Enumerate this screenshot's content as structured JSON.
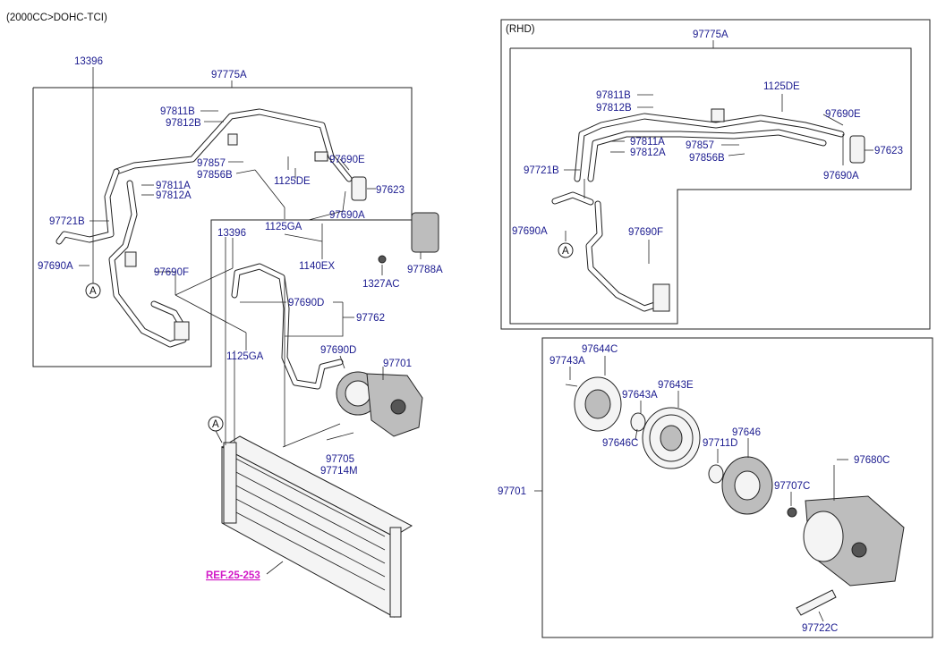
{
  "header": {
    "engine_note": "(2000CC>DOHC-TCI)",
    "rhd_note": "(RHD)"
  },
  "reference": "REF.25-253",
  "circle_marker": "A",
  "labels": {
    "p13396_top": "13396",
    "p97775A_main": "97775A",
    "p97811B_main": "97811B",
    "p97812B_main": "97812B",
    "p97857_main": "97857",
    "p97856B_main": "97856B",
    "p97811A_main": "97811A",
    "p97812A_main": "97812A",
    "p97721B_main": "97721B",
    "p97690A_main_left": "97690A",
    "p97690F_main": "97690F",
    "p97690E_main": "97690E",
    "p1125DE_main": "1125DE",
    "p97623_main": "97623",
    "p97690A_main_right": "97690A",
    "p1125GA_upper": "1125GA",
    "p13396_mid": "13396",
    "p1140EX": "1140EX",
    "p97788A": "97788A",
    "p1327AC": "1327AC",
    "p97690D_upper": "97690D",
    "p97762": "97762",
    "p1125GA_lower": "1125GA",
    "p97690D_lower": "97690D",
    "p97701_main": "97701",
    "p97705": "97705",
    "p97714M": "97714M",
    "p97775A_rhd": "97775A",
    "p97811B_rhd": "97811B",
    "p97812B_rhd": "97812B",
    "p1125DE_rhd": "1125DE",
    "p97690E_rhd": "97690E",
    "p97811A_rhd": "97811A",
    "p97812A_rhd": "97812A",
    "p97857_rhd": "97857",
    "p97623_rhd": "97623",
    "p97856B_rhd": "97856B",
    "p97721B_rhd": "97721B",
    "p97690A_rhd_right": "97690A",
    "p97690A_rhd_left": "97690A",
    "p97690F_rhd": "97690F",
    "p97644C": "97644C",
    "p97743A": "97743A",
    "p97643E": "97643E",
    "p97643A": "97643A",
    "p97646C": "97646C",
    "p97646": "97646",
    "p97711D": "97711D",
    "p97680C": "97680C",
    "p97701_detail": "97701",
    "p97707C": "97707C",
    "p97722C": "97722C"
  }
}
